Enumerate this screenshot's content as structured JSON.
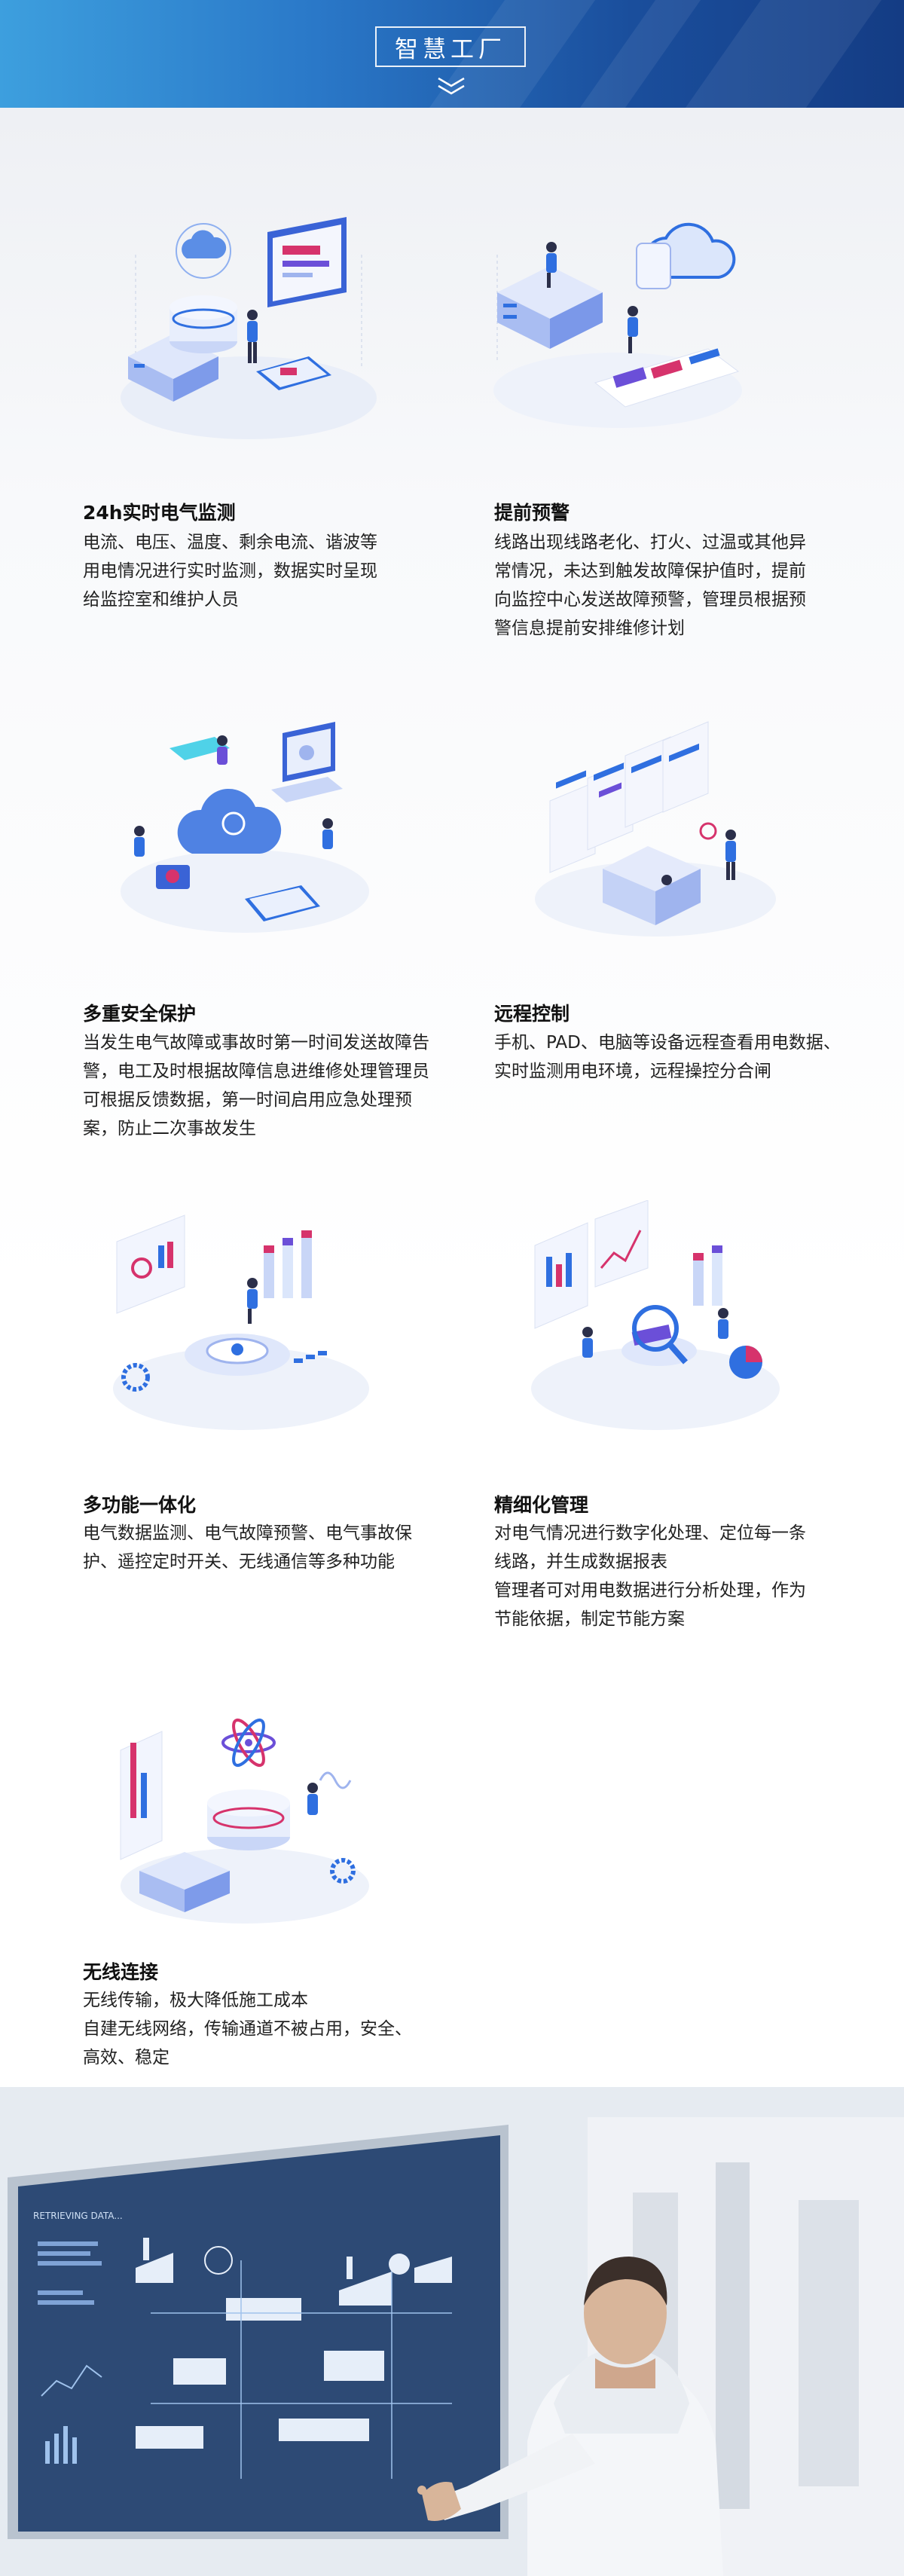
{
  "header": {
    "title": "智慧工厂",
    "chevron_icon": "double-chevron-down-icon"
  },
  "features": [
    {
      "title": "24h实时电气监测",
      "lines": [
        "电流、电压、温度、剩余电流、谐波等",
        "用电情况进行实时监测，数据实时呈现",
        "给监控室和维护人员"
      ]
    },
    {
      "title": "提前预警",
      "lines": [
        "线路出现线路老化、打火、过温或其他异",
        "常情况，未达到触发故障保护值时，提前",
        "向监控中心发送故障预警，管理员根据预",
        "警信息提前安排维修计划"
      ]
    },
    {
      "title": "多重安全保护",
      "lines": [
        "当发生电气故障或事故时第一时间发送故障告",
        "警，电工及时根据故障信息进维修处理管理员",
        "可根据反馈数据，第一时间启用应急处理预",
        "案，防止二次事故发生"
      ]
    },
    {
      "title": "远程控制",
      "lines": [
        "手机、PAD、电脑等设备远程查看用电数据、",
        "实时监测用电环境，远程操控分合闸"
      ]
    },
    {
      "title": "多功能一体化",
      "lines": [
        "电气数据监测、电气故障预警、电气事故保",
        "护、遥控定时开关、无线通信等多种功能"
      ]
    },
    {
      "title": "精细化管理",
      "lines": [
        "对电气情况进行数字化处理、定位每一条",
        "线路，并生成数据报表",
        "管理者可对用电数据进行分析处理，作为",
        "节能依据，制定节能方案"
      ]
    },
    {
      "title": "无线连接",
      "lines": [
        "无线传输，极大降低施工成本",
        "自建无线网络，传输通道不被占用，安全、",
        "高效、稳定"
      ]
    }
  ],
  "photo": {
    "screen_heading": "RETRIEVING DATA..."
  },
  "colors": {
    "header_start": "#3d9fde",
    "header_end": "#143c84",
    "accent_blue": "#2f6fe0",
    "accent_pink": "#d6336c",
    "accent_purple": "#6b4fd8"
  }
}
